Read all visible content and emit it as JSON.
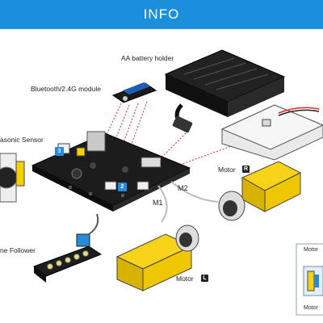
{
  "header": {
    "title": "INFO"
  },
  "labels": {
    "battery_holder": "AA battery holder",
    "bluetooth": "Bluetooth/2.4G module",
    "ultrasonic": "asonic Sensor",
    "motor_r": "Motor",
    "motor_r_badge": "R",
    "motor_l": "Motor",
    "motor_l_badge": "L",
    "m1": "M1",
    "m2": "M2",
    "line_follower": "ne Follower",
    "port_3": "3",
    "port_2": "2",
    "inset_motor_top": "Motor",
    "inset_motor_bottom": "Motor"
  },
  "colors": {
    "header": "#1c8fdc",
    "port_badge": "#2a8ad8",
    "yellow": "#f6d219",
    "board": "#1c1c1c"
  }
}
